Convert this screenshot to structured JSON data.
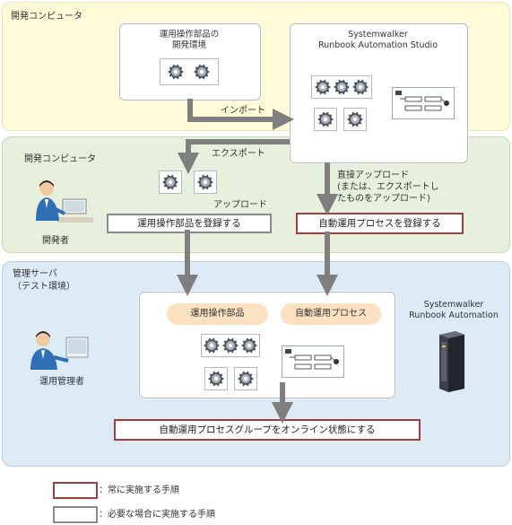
{
  "zones": {
    "dev_top": {
      "title": "開発コンピュータ",
      "color": "#fffbd8",
      "border": "#e9e3b5"
    },
    "dev_mid": {
      "title": "開発コンピュータ",
      "color": "#e6f0dc",
      "border": "#c6d6b6"
    },
    "server": {
      "title": "管理サーバ\n（テスト環境）",
      "color": "#dcebf6",
      "border": "#b8d0e2"
    }
  },
  "boxes": {
    "parts_env": "運用操作部品の\n開発環境",
    "studio": "Systemwalker\nRunbook Automation Studio",
    "rba": "Systemwalker\nRunbook Automation"
  },
  "arrows": {
    "import": "インポート",
    "export": "エクスポート",
    "upload": "アップロード",
    "direct_upload": "直接アップロード\n(または、エクスポートし\nたものをアップロード)"
  },
  "steps": {
    "register_parts": "運用操作部品を登録する",
    "register_process": "自動運用プロセスを登録する",
    "online": "自動運用プロセスグループをオンライン状態にする"
  },
  "pills": {
    "parts": "運用操作部品",
    "process": "自動運用プロセス"
  },
  "people": {
    "developer": "開発者",
    "operator": "運用管理者"
  },
  "legend": {
    "always": "：常に実施する手順",
    "as_needed": "：必要な場合に実施する手順"
  },
  "colors": {
    "gray_step": "#8a8a8a",
    "red_step": "#a63b3b",
    "arrow": "#7f7f7f"
  }
}
